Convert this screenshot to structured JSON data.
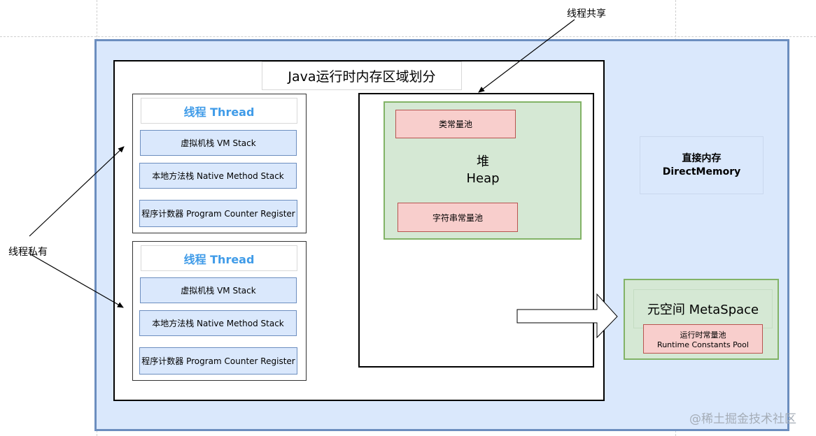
{
  "diagram": {
    "title": "Java运行时内存区域划分",
    "thread_shared_label": "线程共享",
    "thread_private_label": "线程私有",
    "threads": [
      {
        "title": "线程 Thread",
        "items": [
          "虚拟机栈 VM Stack",
          "本地方法栈 Native Method Stack",
          "程序计数器 Program Counter Register"
        ]
      },
      {
        "title": "线程 Thread",
        "items": [
          "虚拟机栈 VM Stack",
          "本地方法栈 Native Method Stack",
          "程序计数器 Program Counter Register"
        ]
      }
    ],
    "heap": {
      "label_cn": "堆",
      "label_en": "Heap",
      "class_constant_pool": "类常量池",
      "string_constant_pool": "字符串常量池"
    },
    "direct_memory": {
      "label_cn": "直接内存",
      "label_en": "DirectMemory"
    },
    "metaspace": {
      "title": "元空间 MetaSpace",
      "pool_cn": "运行时常量池",
      "pool_en": "Runtime Constants Pool"
    },
    "watermark": "@稀土掘金技术社区"
  }
}
